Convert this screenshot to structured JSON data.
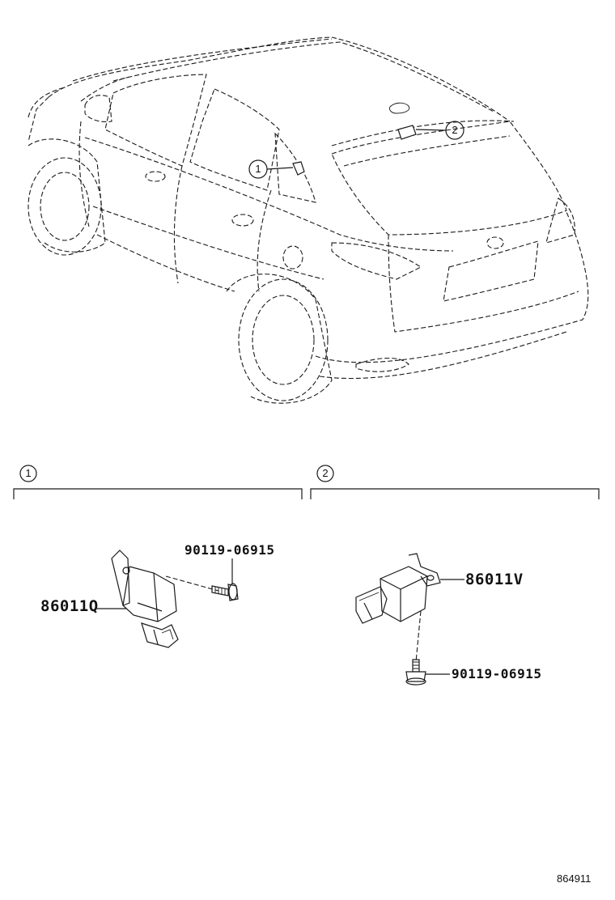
{
  "diagram": {
    "callouts": [
      {
        "num": "1"
      },
      {
        "num": "2"
      }
    ],
    "sections": [
      {
        "num": "1",
        "parts": [
          "90119-06915",
          "86011Q"
        ]
      },
      {
        "num": "2",
        "parts": [
          "86011V",
          "90119-06915"
        ]
      }
    ],
    "reference": "864911"
  }
}
